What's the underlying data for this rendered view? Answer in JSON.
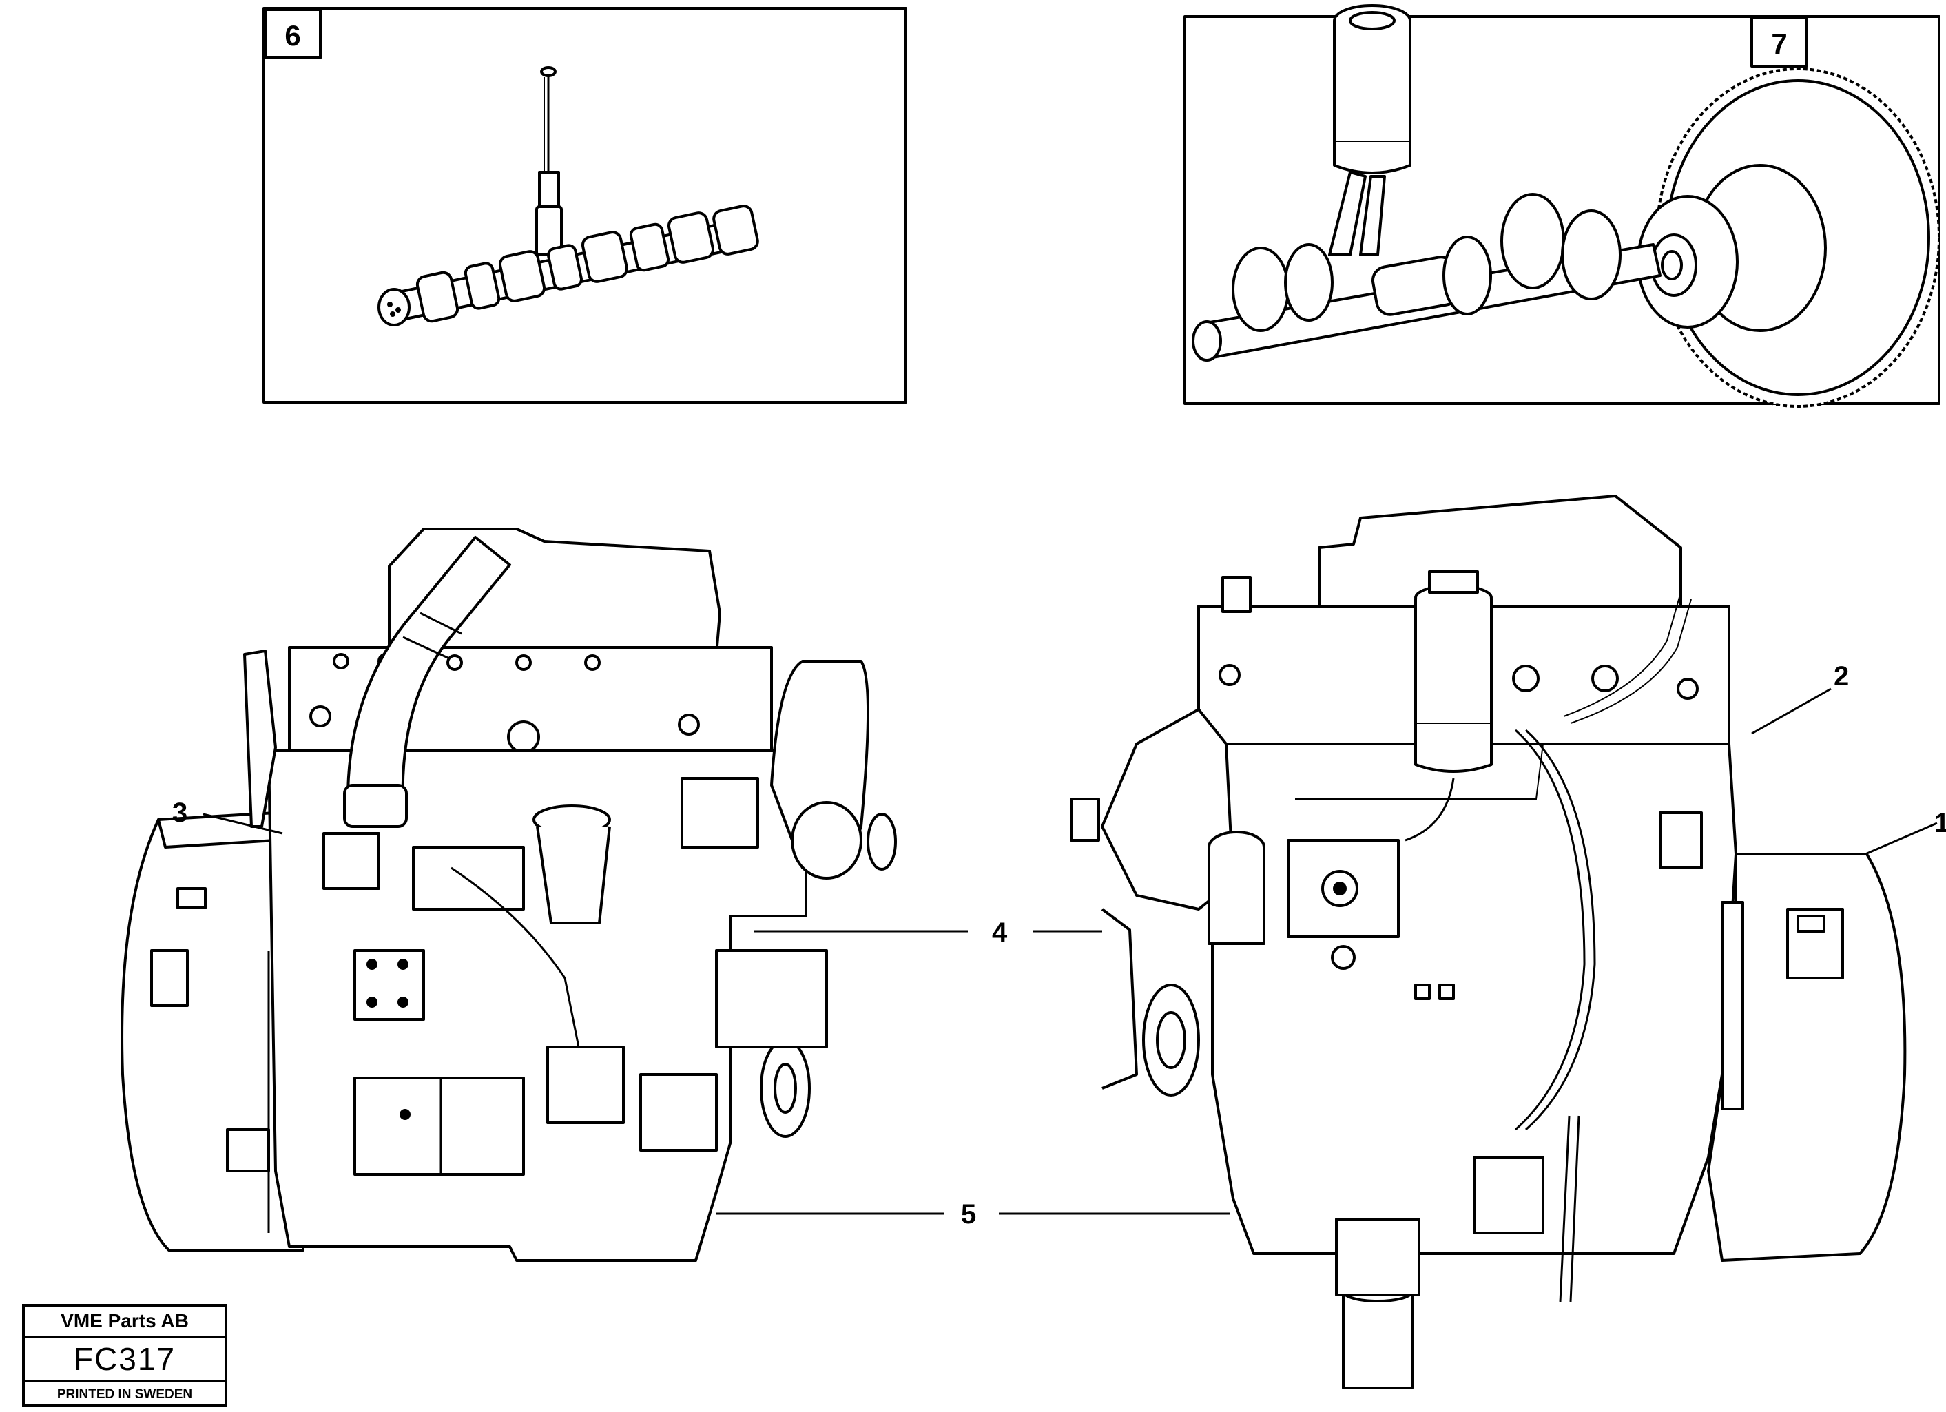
{
  "callouts": {
    "inset_left": "6",
    "inset_right": "7",
    "c1": "1",
    "c2": "2",
    "c3": "3",
    "c4": "4",
    "c5": "5"
  },
  "titleblock": {
    "company": "VME Parts AB",
    "code": "FC317",
    "printed": "PRINTED IN SWEDEN"
  }
}
